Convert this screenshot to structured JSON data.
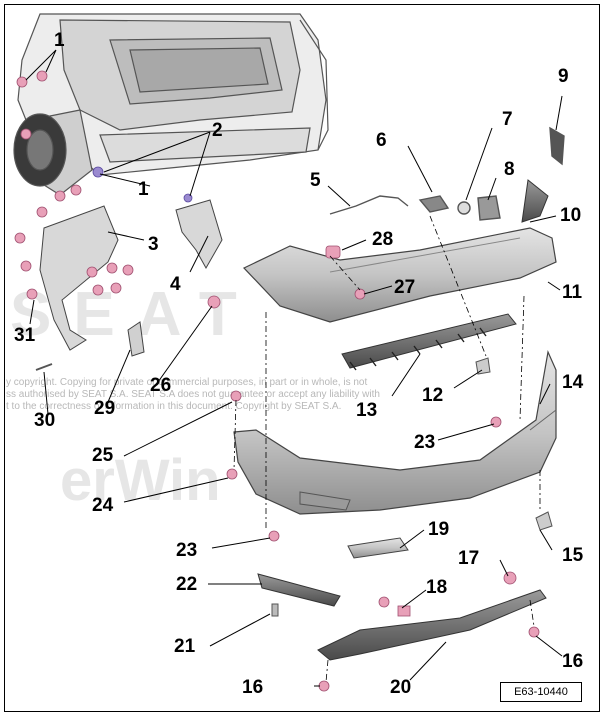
{
  "diagram": {
    "callouts": [
      "1",
      "1",
      "2",
      "3",
      "4",
      "5",
      "6",
      "7",
      "8",
      "9",
      "10",
      "11",
      "12",
      "13",
      "14",
      "15",
      "16",
      "16",
      "17",
      "18",
      "19",
      "20",
      "21",
      "22",
      "23",
      "23",
      "24",
      "25",
      "26",
      "27",
      "28",
      "29",
      "30",
      "31"
    ],
    "reference": "E63-10440",
    "watermark_lines": [
      "y copyright. Copying for private or commercial purposes, in part or in whole, is not",
      "ss authorised by SEAT S.A. SEAT S.A does not guarantee or accept any liability with",
      "t to the correctness of information in this document. Copyright by SEAT S.A."
    ],
    "watermark_brand": "SEAT",
    "watermark_logo": "erWin"
  },
  "colors": {
    "part_pink": "#e8a0b8",
    "bumper_gray": "#c8c8c8",
    "line": "#000000",
    "watermark": "#b8b8b8"
  }
}
